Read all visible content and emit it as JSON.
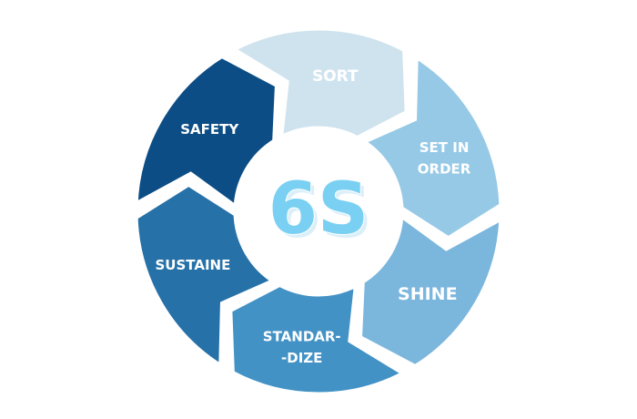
{
  "diagram": {
    "center": {
      "label": "6S",
      "color": "#7ad0f2",
      "shadow_color": "#ffffff"
    },
    "segments": [
      {
        "id": "sort",
        "lines": [
          "SORT"
        ],
        "color": "#cfe3ee"
      },
      {
        "id": "set-in-order",
        "lines": [
          "SET IN",
          "ORDER"
        ],
        "color": "#96c9e6"
      },
      {
        "id": "shine",
        "lines": [
          "SHINE"
        ],
        "color": "#7bb6dd"
      },
      {
        "id": "standardize",
        "lines": [
          "STANDAR-",
          "-DIZE"
        ],
        "color": "#4292c6"
      },
      {
        "id": "sustaine",
        "lines": [
          "SUSTAINE"
        ],
        "color": "#2671a8"
      },
      {
        "id": "safety",
        "lines": [
          "SAFETY"
        ],
        "color": "#0c4d85"
      }
    ]
  }
}
